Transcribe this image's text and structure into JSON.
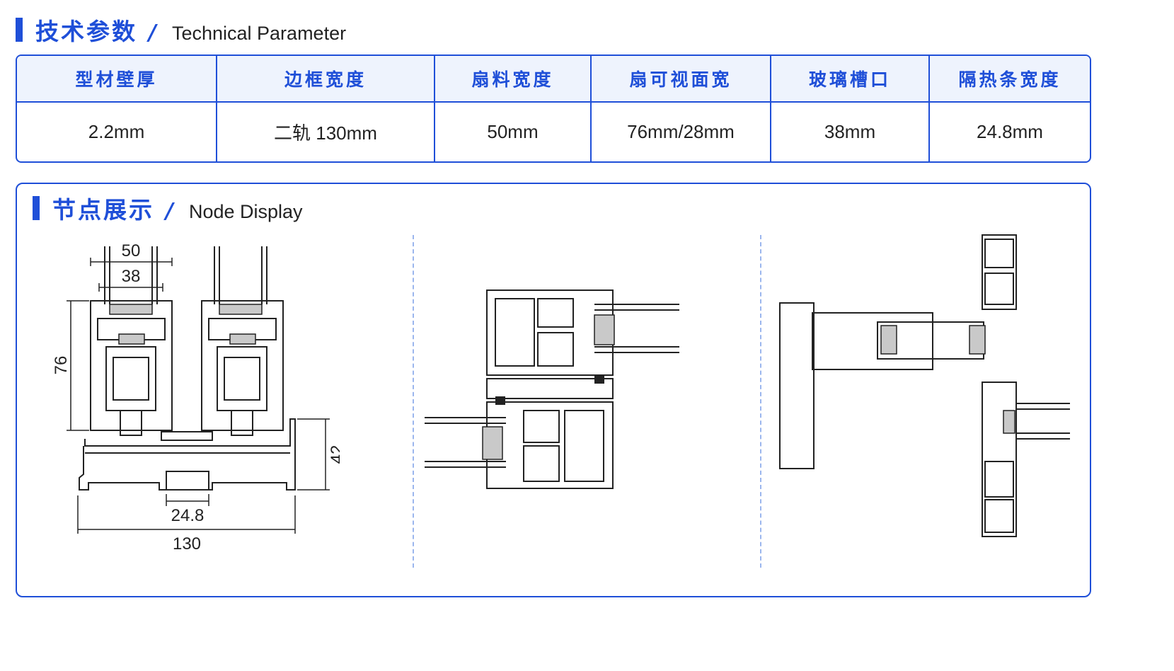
{
  "technical": {
    "title_cn": "技术参数",
    "title_en": "Technical Parameter",
    "headers": [
      "型材壁厚",
      "边框宽度",
      "扇料宽度",
      "扇可视面宽",
      "玻璃槽口",
      "隔热条宽度"
    ],
    "values": [
      "2.2mm",
      "二轨 130mm",
      "50mm",
      "76mm/28mm",
      "38mm",
      "24.8mm"
    ]
  },
  "node": {
    "title_cn": "节点展示",
    "title_en": "Node Display",
    "dims": {
      "d50": "50",
      "d38": "38",
      "d76": "76",
      "d42": "42",
      "d248": "24.8",
      "d130": "130"
    }
  },
  "colors": {
    "accent": "#1f4fd8",
    "header_bg": "#eef3fd",
    "divider": "#9bb6ee"
  }
}
